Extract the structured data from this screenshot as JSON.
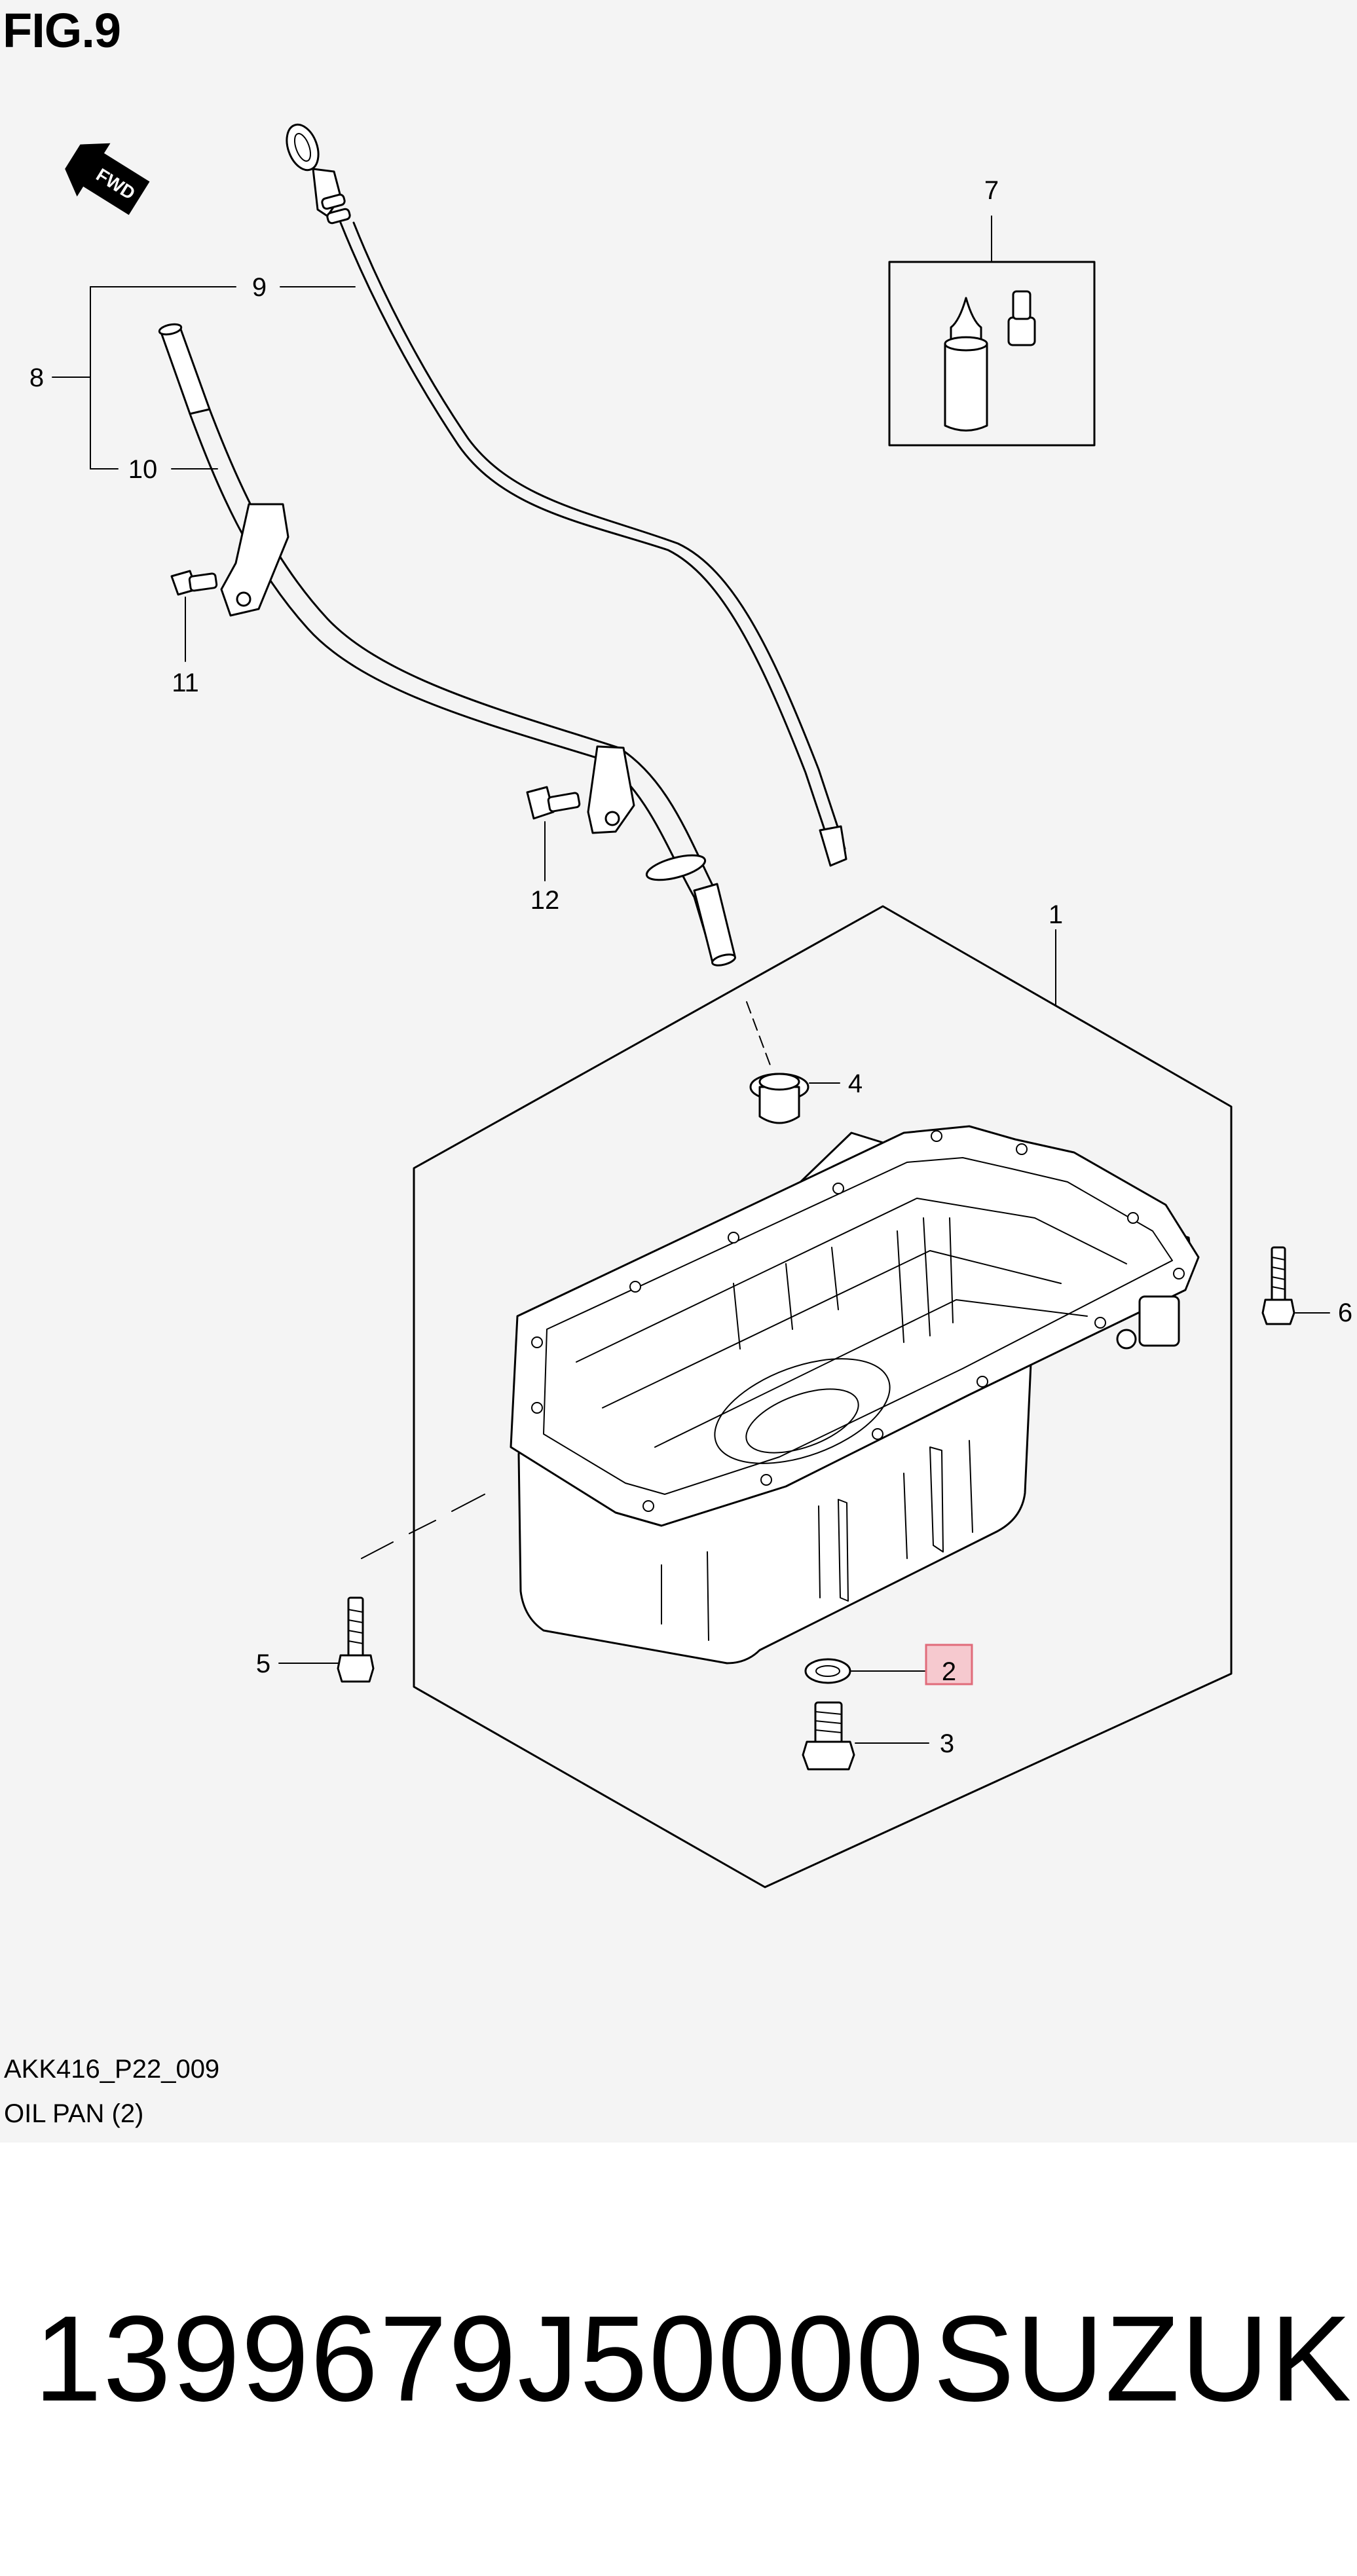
{
  "figure": {
    "title": "FIG.9",
    "direction_label": "FWD",
    "drawing_code": "AKK416_P22_009",
    "drawing_name": "OIL PAN (2)"
  },
  "callouts": {
    "c1": "1",
    "c2": "2",
    "c3": "3",
    "c4": "4",
    "c5": "5",
    "c6": "6",
    "c7": "7",
    "c8": "8",
    "c9": "9",
    "c10": "10",
    "c11": "11",
    "c12": "12"
  },
  "highlighted_callout": "2",
  "colors": {
    "highlight_fill": "#f6c9cf",
    "highlight_stroke": "#e06b7a",
    "drawing_background": "#f4f4f4"
  },
  "caption": {
    "part_number": "1399679J50000",
    "brand": "SUZUKI"
  }
}
